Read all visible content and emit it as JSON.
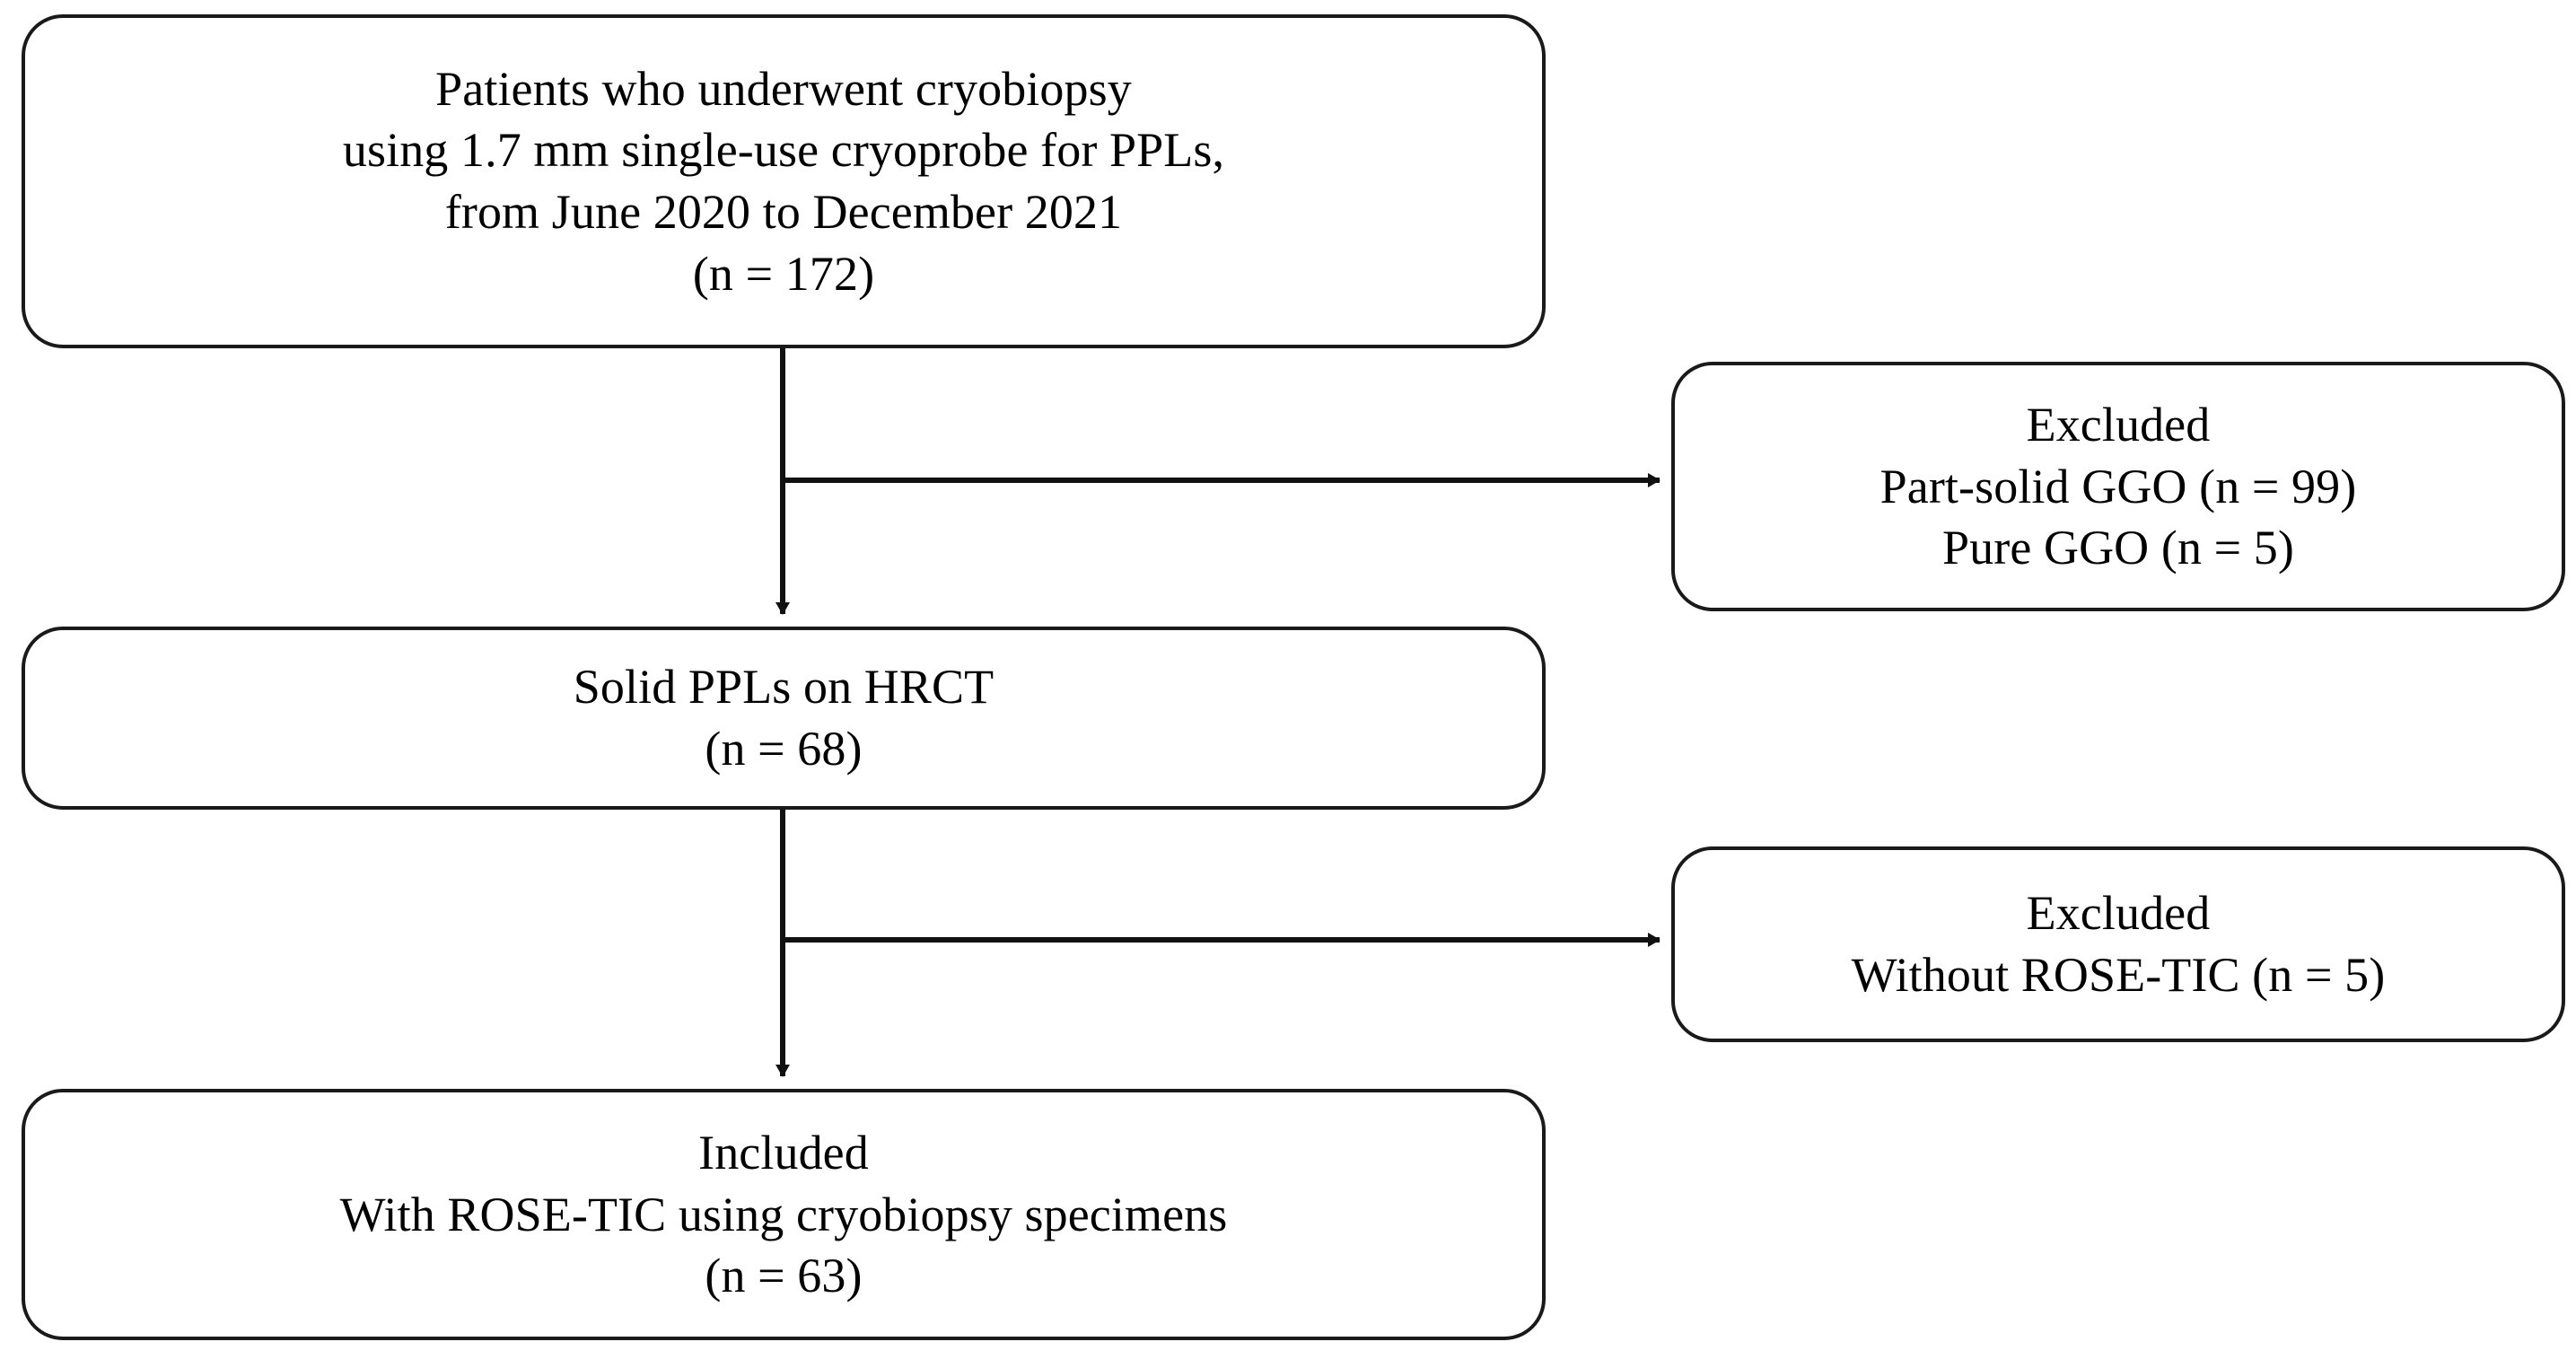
{
  "diagram": {
    "type": "patient-selection-flowchart",
    "title": "Patient selection flow diagram",
    "stroke_color": "#1a1a1a",
    "text_color": "#000000",
    "background_color": "#ffffff"
  },
  "nodes": {
    "enrolled": {
      "name": "enrolled-patients",
      "lines": [
        "Patients who underwent cryobiopsy",
        "using 1.7 mm single-use cryoprobe for PPLs,",
        "from June 2020 to December 2021",
        "(n = 172)"
      ],
      "count": 172
    },
    "solid": {
      "name": "solid-ppls-hrct",
      "lines": [
        "Solid PPLs on HRCT",
        "(n = 68)"
      ],
      "count": 68
    },
    "included": {
      "name": "included-rose-tic",
      "lines": [
        "Included",
        "With ROSE-TIC using cryobiopsy specimens",
        "(n = 63)"
      ],
      "count": 63
    },
    "excluded_ggo": {
      "name": "excluded-ggo",
      "lines": [
        "Excluded",
        "Part-solid GGO (n = 99)",
        "Pure GGO (n = 5)"
      ],
      "counts": [
        99,
        5
      ]
    },
    "excluded_rose": {
      "name": "excluded-without-rose-tic",
      "lines": [
        "Excluded",
        "Without ROSE-TIC (n = 5)"
      ],
      "counts": [
        5
      ]
    }
  },
  "connectors": [
    {
      "name": "enrolled-to-solid",
      "from": "enrolled",
      "to": "solid",
      "style": "arrow-down"
    },
    {
      "name": "enrolled-to-excluded-ggo",
      "from": "enrolled",
      "to": "excluded_ggo",
      "style": "arrow-right"
    },
    {
      "name": "solid-to-included",
      "from": "solid",
      "to": "included",
      "style": "arrow-down"
    },
    {
      "name": "solid-to-excluded-rose",
      "from": "solid",
      "to": "excluded_rose",
      "style": "arrow-right"
    }
  ]
}
